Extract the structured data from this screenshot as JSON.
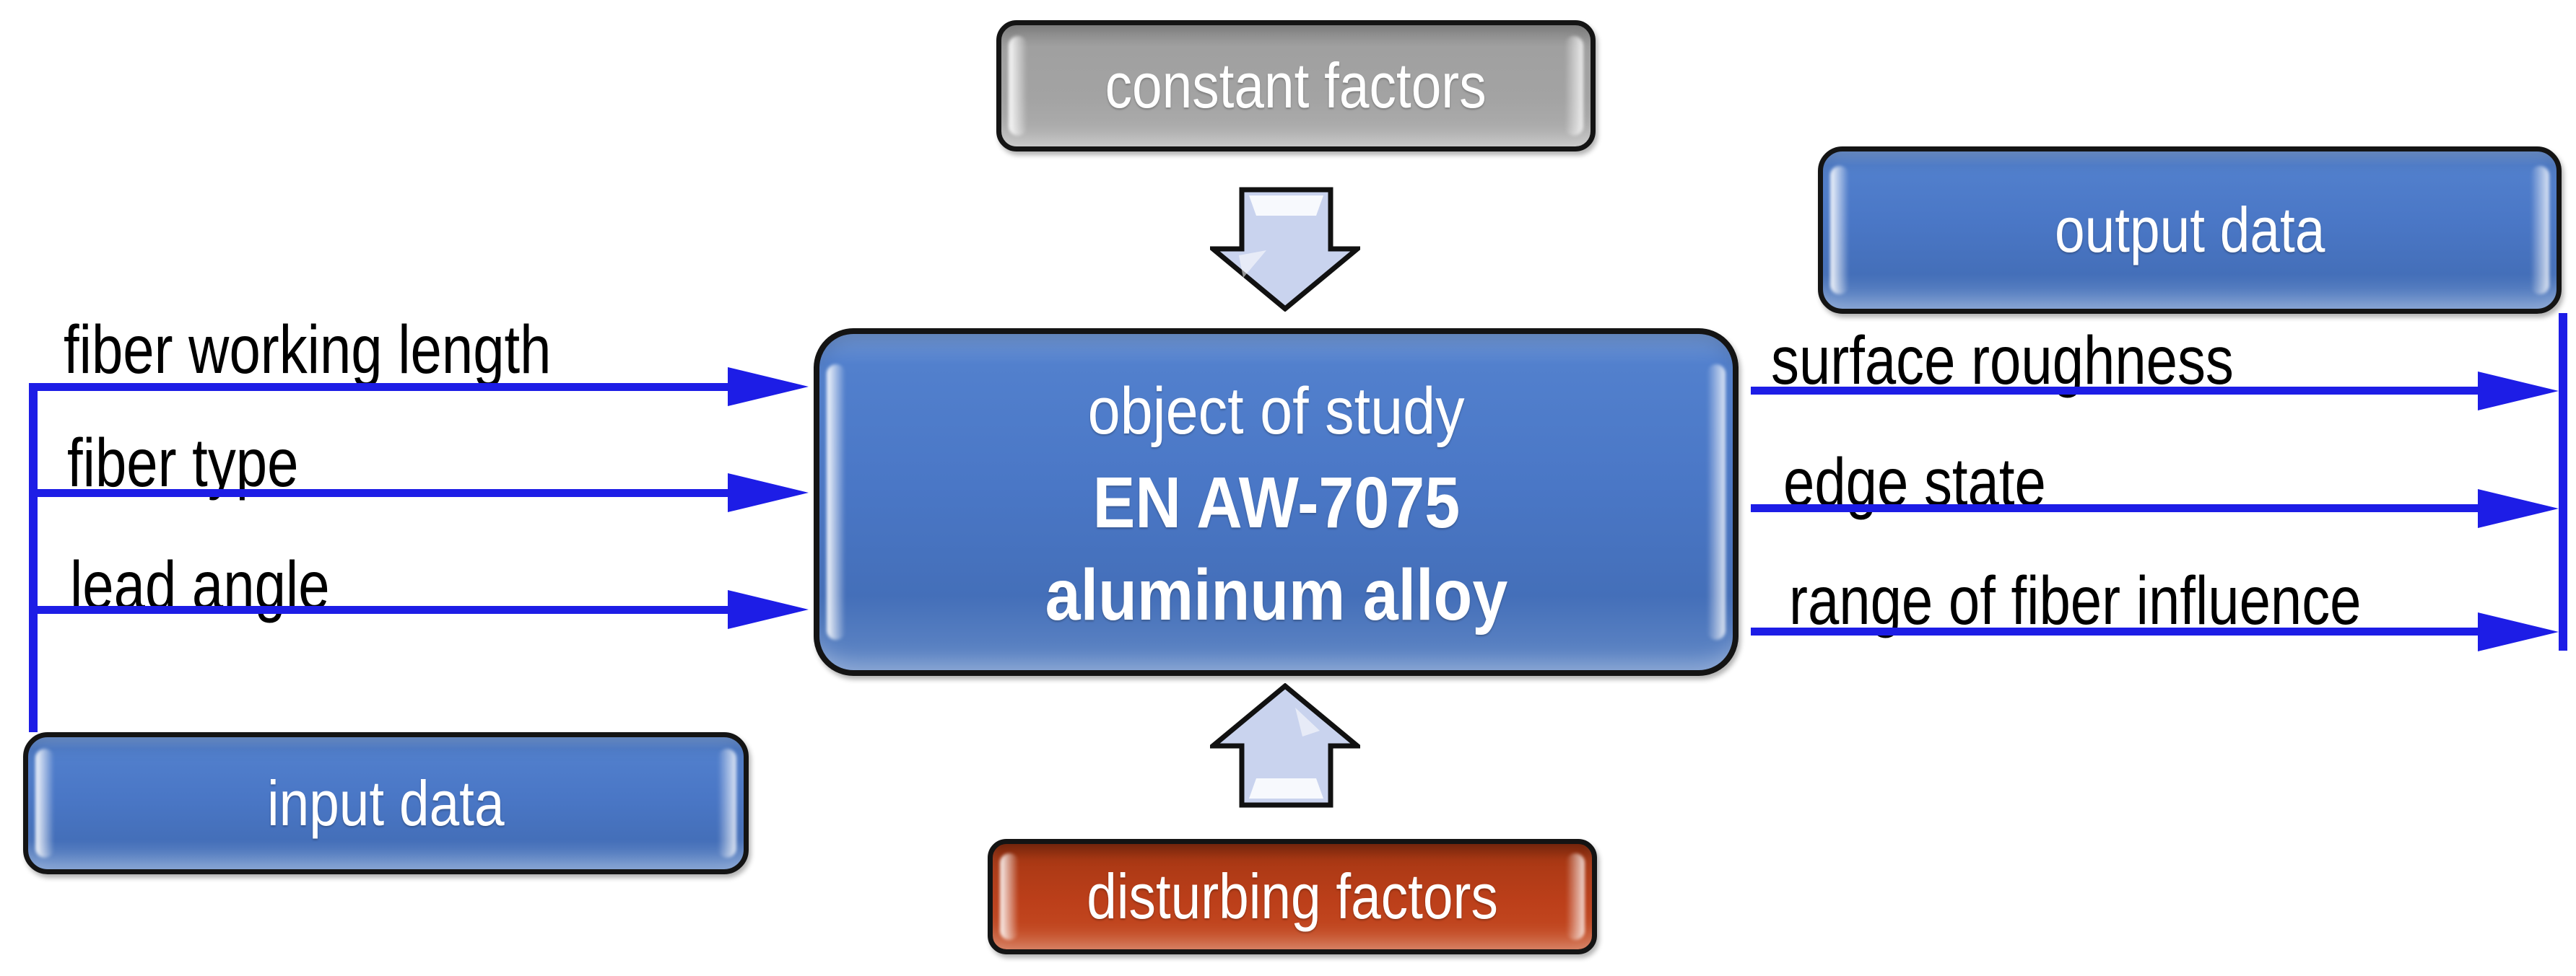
{
  "boxes": {
    "constant": "constant factors",
    "disturbing": "disturbing factors",
    "input": "input data",
    "output": "output data",
    "object": {
      "line1": "object of study",
      "line2": "EN AW-7075",
      "line3": "aluminum alloy"
    }
  },
  "inputs": [
    "fiber working length",
    "fiber type",
    "lead angle"
  ],
  "outputs": [
    "surface roughness",
    "edge state",
    "range of fiber influence"
  ],
  "colors": {
    "box_blue": "#4a77c6",
    "box_gray": "#a3a3a3",
    "box_red": "#bc3f1a",
    "connector_blue": "#1d1de6",
    "block_arrow_fill": "#c9d3ee",
    "box_text": "#ffffff",
    "label_text": "#000000"
  }
}
